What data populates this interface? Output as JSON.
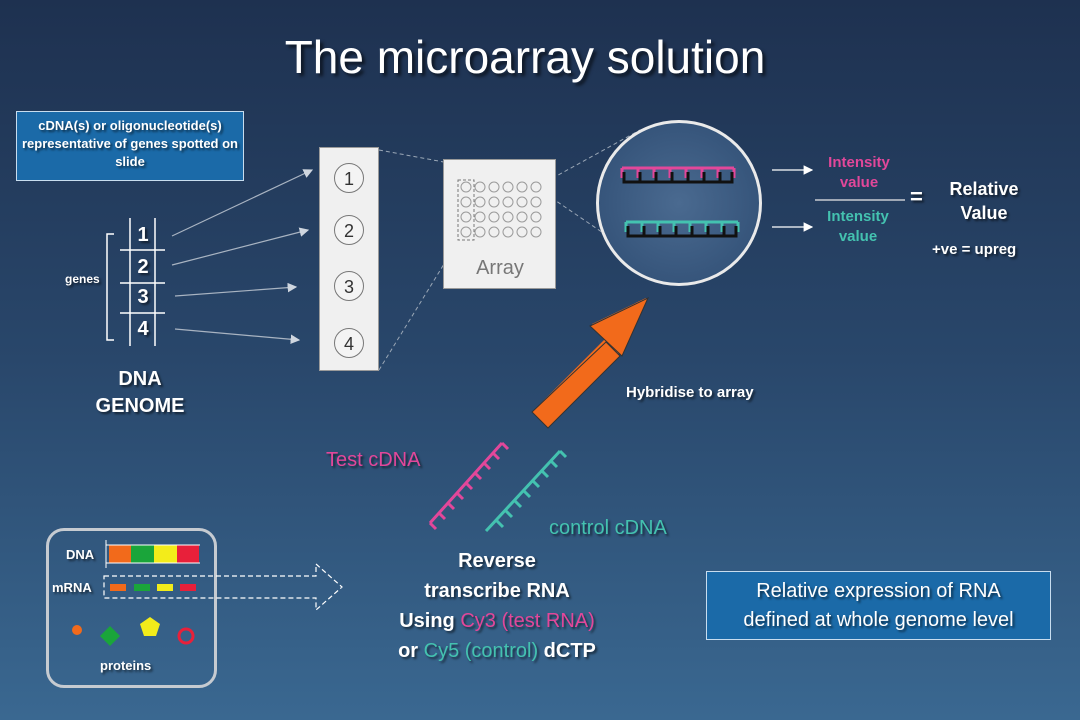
{
  "slide": {
    "title": "The microarray solution",
    "info_box": "cDNA(s) or oligonucleotide(s) representative of genes spotted on slide",
    "genes_label": "genes",
    "genome_numbers": [
      "1",
      "2",
      "3",
      "4"
    ],
    "dna_genome_line1": "DNA",
    "dna_genome_line2": "GENOME",
    "slide_spots": [
      "1",
      "2",
      "3",
      "4"
    ],
    "array_label": "Array",
    "intensity_top_line1": "Intensity",
    "intensity_top_line2": "value",
    "intensity_bottom_line1": "Intensity",
    "intensity_bottom_line2": "value",
    "equals": "=",
    "relative_value_line1": "Relative",
    "relative_value_line2": "Value",
    "upreg": "+ve = upreg",
    "hybridise": "Hybridise to array",
    "test_cdna": "Test cDNA",
    "control_cdna": "control cDNA",
    "reverse_line1": "Reverse",
    "reverse_line2": "transcribe RNA",
    "reverse_line3_prefix": "Using ",
    "reverse_line3_highlight": "Cy3 (test RNA)",
    "reverse_line4_prefix": "or ",
    "reverse_line4_highlight": "Cy5 (control)",
    "reverse_line4_suffix": " dCTP",
    "relative_expression_line1": "Relative expression of RNA",
    "relative_expression_line2": "defined at whole genome level",
    "cell_dna": "DNA",
    "cell_mrna": "mRNA",
    "cell_proteins": "proteins"
  },
  "colors": {
    "test_pink": "#e2479a",
    "control_teal": "#44c2b0",
    "arrow_orange": "#f26a1b",
    "box_blue": "#1b6aa8",
    "gene_orange": "#f26a1b",
    "gene_green": "#1aa53a",
    "gene_yellow": "#f3ec1a",
    "gene_red": "#e8203a"
  }
}
